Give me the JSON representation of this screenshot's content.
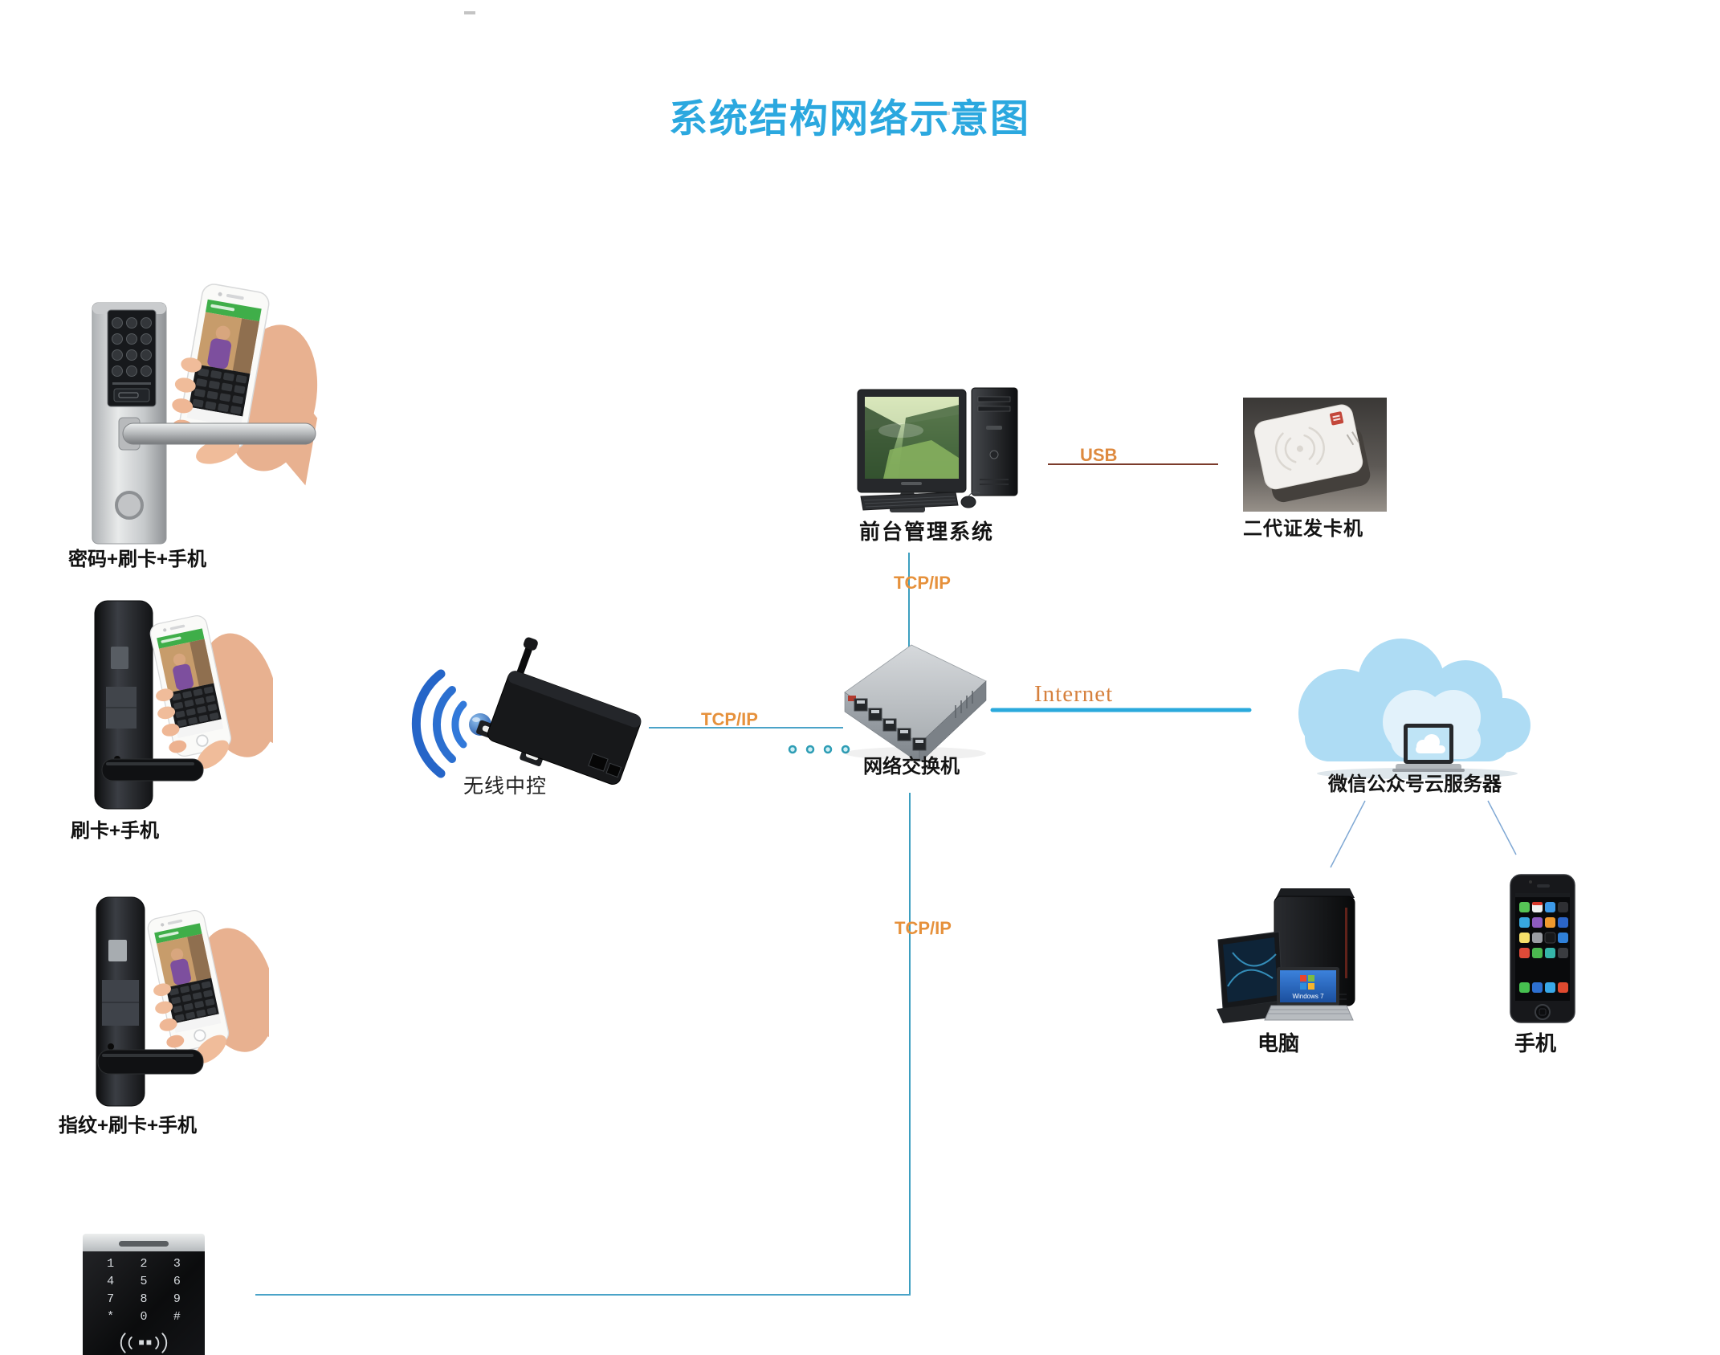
{
  "title": "系统结构网络示意图",
  "colors": {
    "title": "#2BA8DF",
    "link_label_orange": "#E6913C",
    "internet_line": "#2AA9DC",
    "connector_line": "#4AA3C8",
    "usb_line": "#7B3B2B"
  },
  "nodes": {
    "lock_password_card_phone": {
      "label": "密码+刷卡+手机"
    },
    "lock_card_phone": {
      "label": "刷卡+手机"
    },
    "lock_fingerprint_card_phone": {
      "label": "指纹+刷卡+手机"
    },
    "access_keypad": {
      "keys": [
        "1",
        "2",
        "3",
        "4",
        "5",
        "6",
        "7",
        "8",
        "9",
        "*",
        "0",
        "#"
      ]
    },
    "front_desk_system": {
      "label": "前台管理系统"
    },
    "id_card_issuer": {
      "label": "二代证发卡机"
    },
    "wireless_controller": {
      "label": "无线中控"
    },
    "network_switch": {
      "label": "网络交换机"
    },
    "wechat_cloud_server": {
      "label": "微信公众号云服务器"
    },
    "computer": {
      "label": "电脑",
      "laptop_os": "Windows 7"
    },
    "mobile_phone": {
      "label": "手机"
    }
  },
  "links": {
    "usb": {
      "label": "USB"
    },
    "tcpip_desktop": {
      "label": "TCP/IP"
    },
    "tcpip_wireless": {
      "label": "TCP/IP"
    },
    "tcpip_keypad": {
      "label": "TCP/IP"
    },
    "internet": {
      "label": "Internet"
    }
  }
}
